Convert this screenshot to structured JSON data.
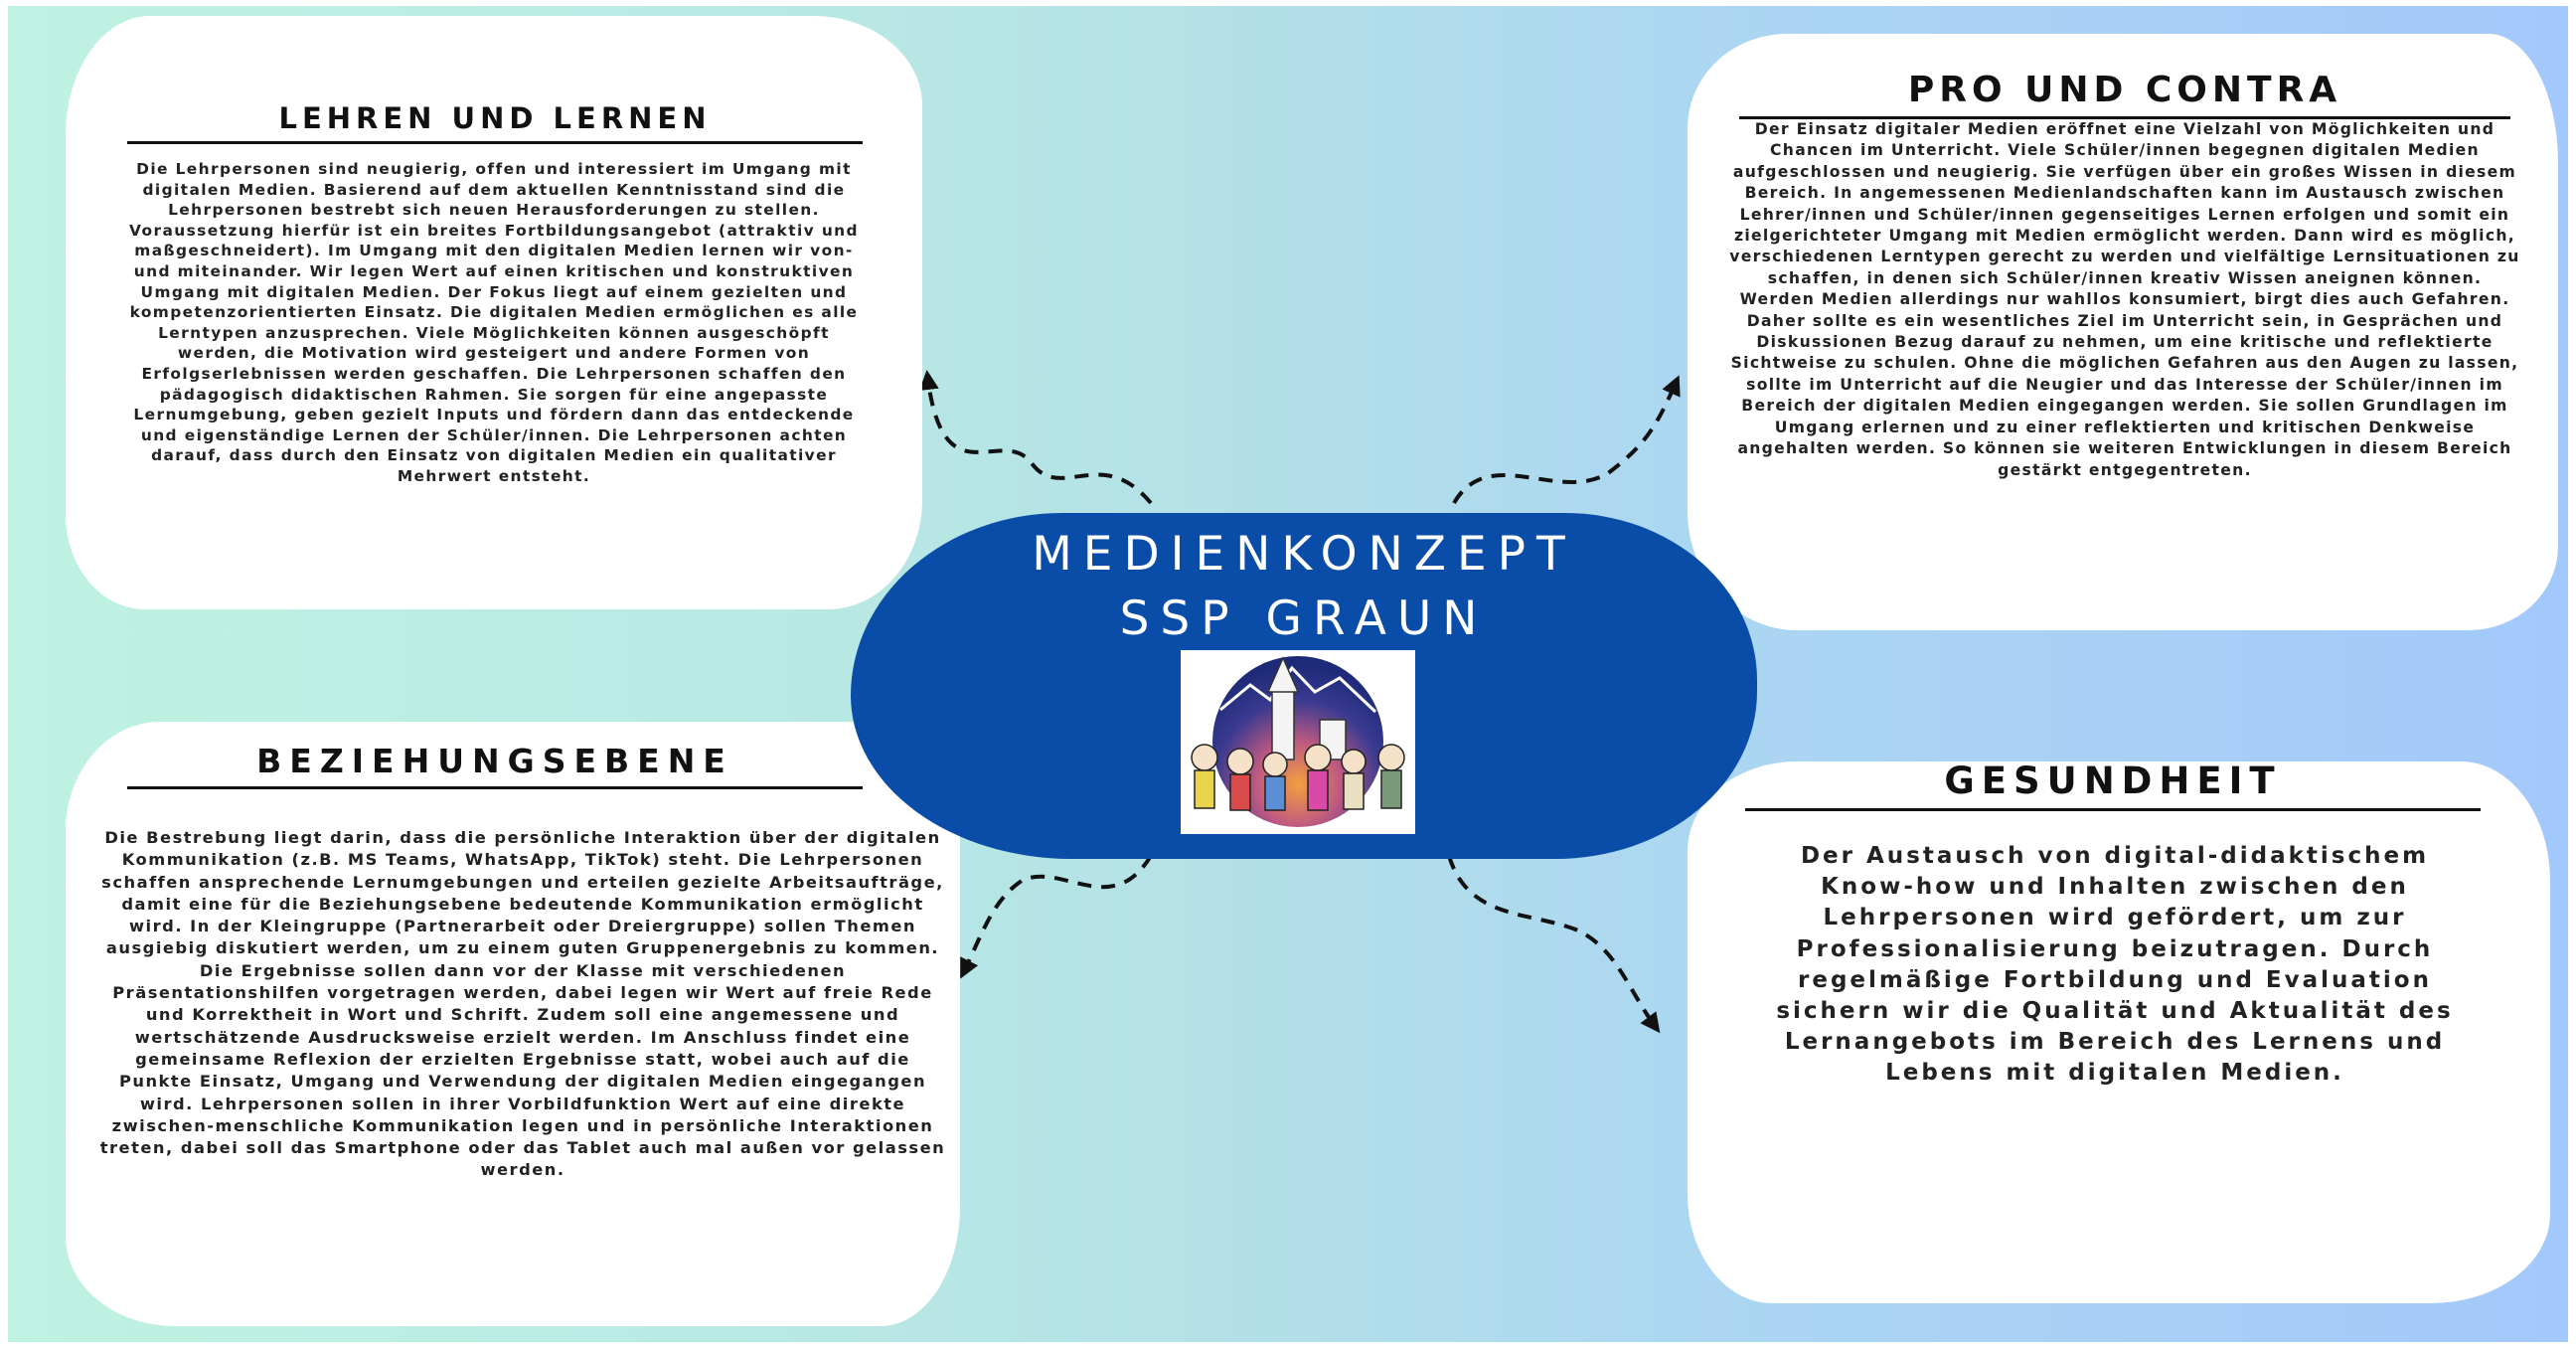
{
  "center": {
    "title_line1": "MEDIENKONZEPT",
    "title_line2": "SSP GRAUN",
    "logo_icon": "school-logo-children-church-mountains"
  },
  "boxes": {
    "lehren": {
      "heading": "LEHREN UND LERNEN",
      "text": "Die Lehrpersonen sind neugierig, offen und interessiert im Umgang mit digitalen Medien. Basierend auf dem aktuellen Kenntnisstand sind die Lehrpersonen bestrebt sich neuen Herausforderungen zu stellen. Voraussetzung hierfür ist ein breites Fortbildungsangebot (attraktiv und maßgeschneidert). Im Umgang mit den digitalen Medien lernen wir von- und miteinander. Wir legen Wert auf einen kritischen und konstruktiven Umgang mit digitalen Medien. Der Fokus liegt auf einem gezielten und kompetenzorientierten Einsatz. Die digitalen Medien ermöglichen es alle Lerntypen anzusprechen. Viele Möglichkeiten können ausgeschöpft werden, die Motivation wird gesteigert und andere Formen von Erfolgserlebnissen werden geschaffen. Die Lehrpersonen schaffen den pädagogisch didaktischen Rahmen. Sie sorgen für eine angepasste Lernumgebung, geben gezielt Inputs und fördern dann das entdeckende und eigenständige Lernen der Schüler/innen. Die Lehrpersonen achten darauf, dass durch den Einsatz von digitalen Medien ein qualitativer Mehrwert entsteht."
    },
    "pro": {
      "heading": "PRO UND CONTRA",
      "text": "Der Einsatz digitaler Medien eröffnet eine Vielzahl von Möglichkeiten und Chancen im Unterricht. Viele Schüler/innen begegnen digitalen Medien aufgeschlossen und neugierig. Sie verfügen über ein großes Wissen in diesem Bereich. In angemessenen Medienlandschaften kann im Austausch zwischen Lehrer/innen und Schüler/innen gegenseitiges Lernen erfolgen und somit ein zielgerichteter Umgang mit Medien ermöglicht werden. Dann wird es möglich, verschiedenen Lerntypen gerecht zu werden und vielfältige Lernsituationen zu schaffen, in denen sich Schüler/innen kreativ Wissen aneignen können. Werden Medien allerdings nur wahllos konsumiert, birgt dies auch Gefahren. Daher sollte es ein wesentliches Ziel im Unterricht sein, in Gesprächen und Diskussionen Bezug darauf zu nehmen, um eine kritische und reflektierte Sichtweise zu schulen. Ohne die möglichen Gefahren aus den Augen zu lassen, sollte im Unterricht auf die Neugier und das Interesse der Schüler/innen im Bereich der digitalen Medien eingegangen werden. Sie sollen Grundlagen im Umgang erlernen und zu einer reflektierten und kritischen Denkweise angehalten werden. So können sie weiteren Entwicklungen in diesem Bereich gestärkt entgegentreten."
    },
    "bez": {
      "heading": "BEZIEHUNGSEBENE",
      "text": "Die Bestrebung liegt darin, dass die persönliche Interaktion über der digitalen Kommunikation (z.B. MS Teams, WhatsApp, TikTok) steht. Die Lehrpersonen schaffen ansprechende Lernumgebungen und erteilen gezielte Arbeitsaufträge, damit eine für die Beziehungsebene bedeutende Kommunikation ermöglicht wird. In der Kleingruppe (Partnerarbeit oder Dreiergruppe) sollen Themen ausgiebig diskutiert werden, um zu einem guten Gruppenergebnis zu kommen. Die Ergebnisse sollen dann vor der Klasse mit verschiedenen Präsentationshilfen vorgetragen werden, dabei legen wir Wert auf freie Rede und Korrektheit in Wort und Schrift. Zudem soll eine angemessene und wertschätzende Ausdrucksweise erzielt werden. Im Anschluss findet eine gemeinsame Reflexion der erzielten Ergebnisse statt, wobei auch auf die Punkte Einsatz, Umgang und Verwendung der digitalen Medien eingegangen wird. Lehrpersonen sollen in ihrer Vorbildfunktion Wert auf eine direkte zwischen-menschliche Kommunikation legen und in persönliche Interaktionen treten, dabei soll das Smartphone oder das Tablet auch mal außen vor gelassen werden."
    },
    "ges": {
      "heading": "GESUNDHEIT",
      "text": "Der Austausch von digital-didaktischem Know-how und Inhalten zwischen den Lehrpersonen wird gefördert, um zur Professionalisierung beizutragen. Durch regelmäßige Fortbildung und Evaluation sichern wir die Qualität und Aktualität des Lernangebots im Bereich des Lernens und Lebens mit digitalen Medien."
    }
  },
  "colors": {
    "center_fill": "#0a4da8",
    "box_fill": "#ffffff",
    "heading_text": "#111111",
    "arrow": "#111111"
  },
  "connector_icon": "dashed-curved-arrow"
}
